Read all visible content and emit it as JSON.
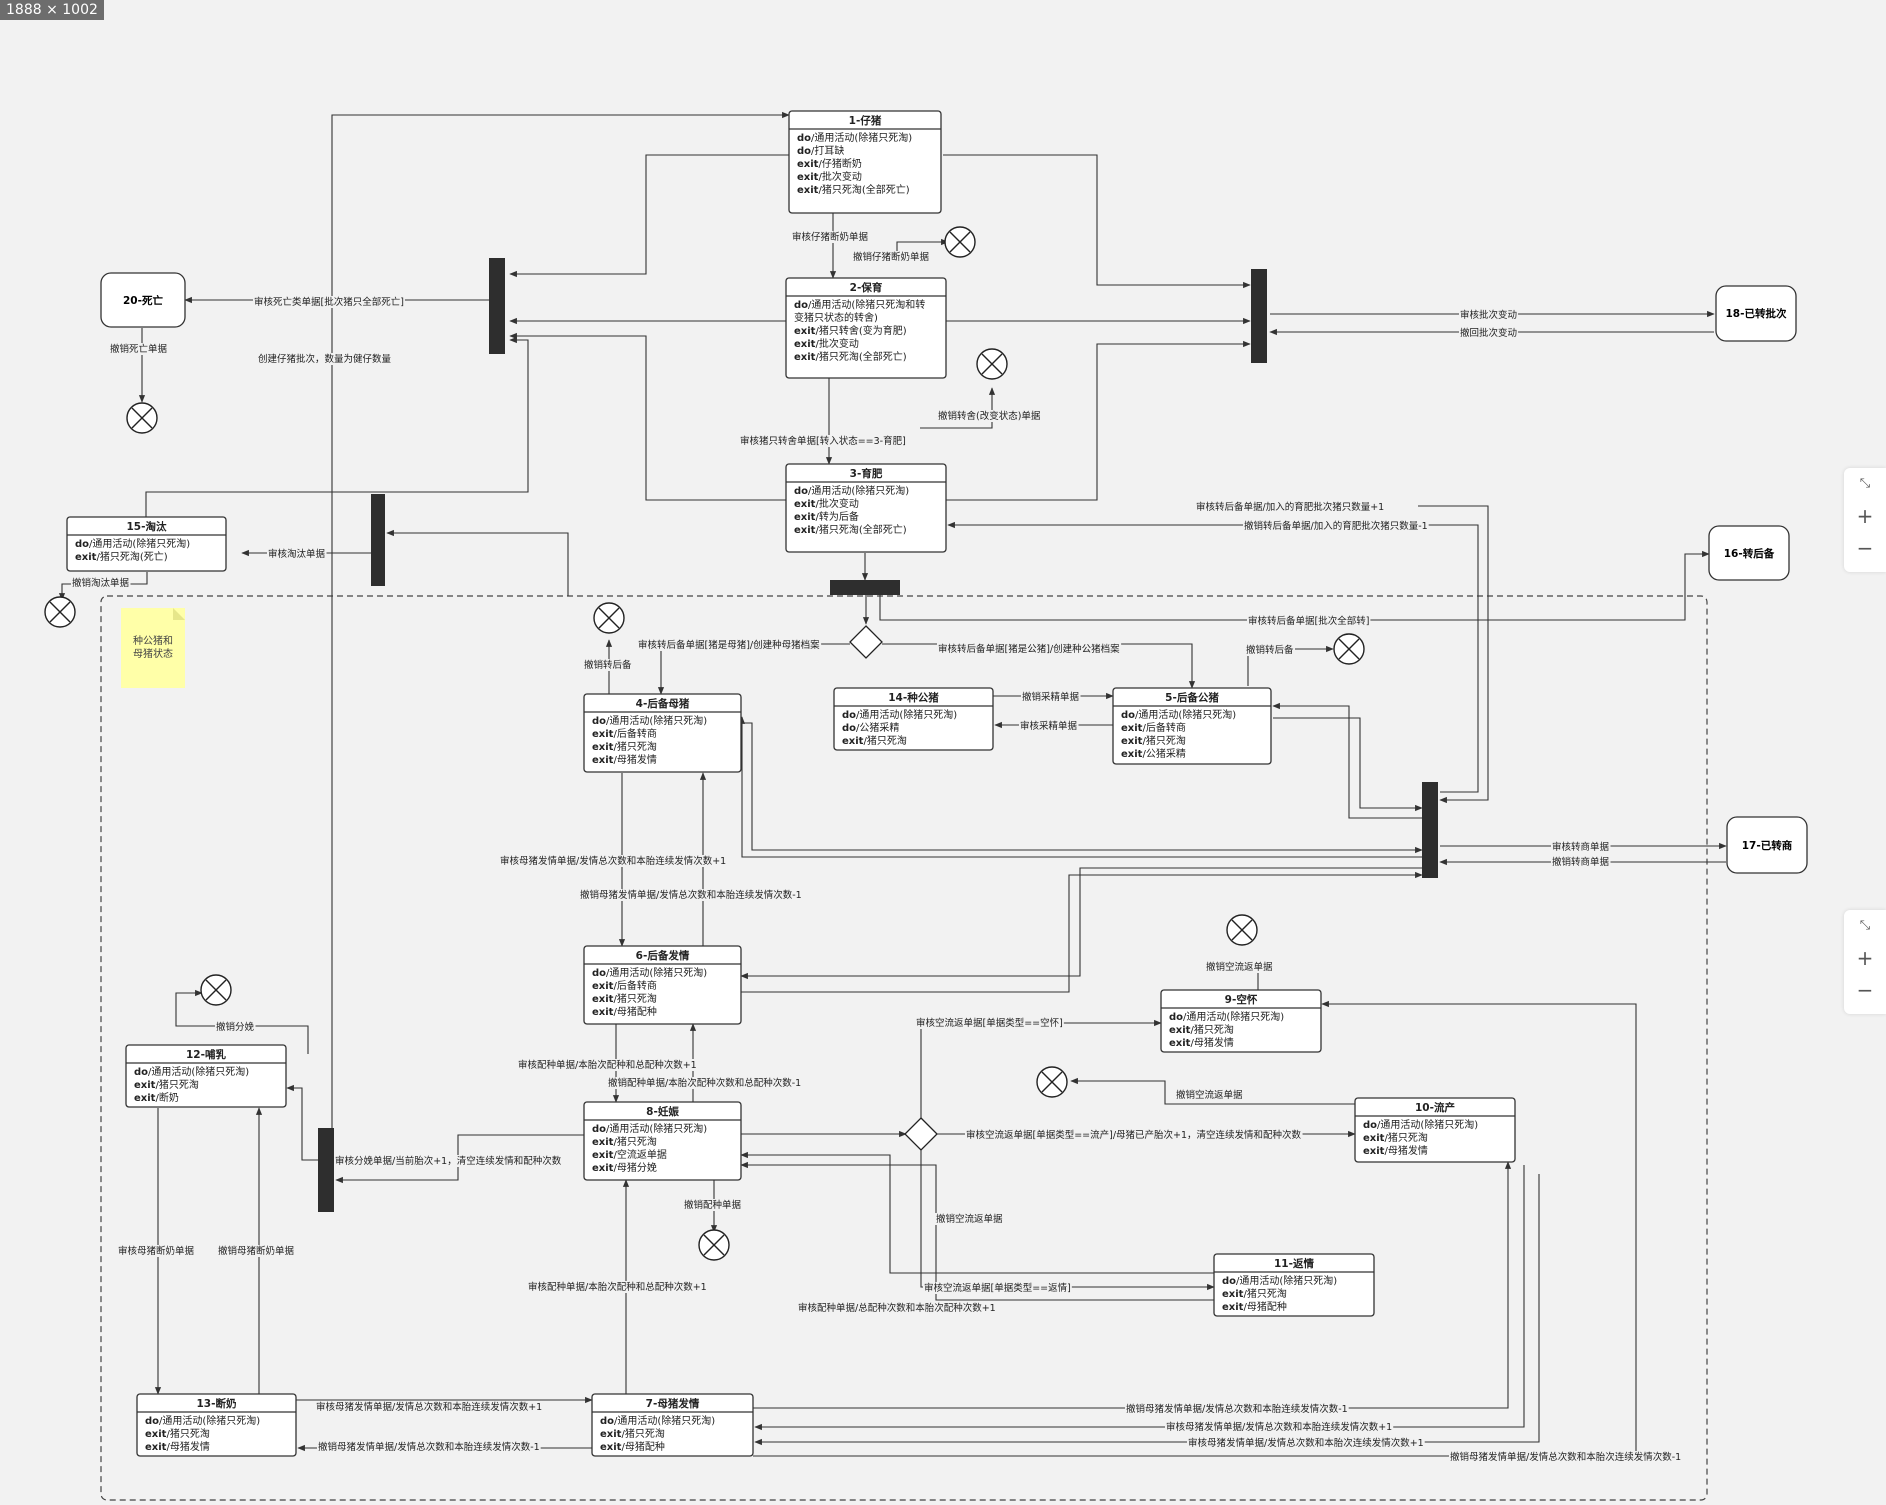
{
  "badge": "1888 × 1002",
  "note": [
    "种公猪和",
    "母猪状态"
  ],
  "zoom_controls": [
    {
      "fit": "⤡",
      "plus": "+",
      "minus": "−"
    },
    {
      "fit": "⤡",
      "plus": "+",
      "minus": "−"
    }
  ],
  "states": {
    "s1": {
      "title": "1-仔猪",
      "lines": [
        [
          "do",
          "/通用活动(除猪只死淘)"
        ],
        [
          "do",
          "/打耳缺"
        ],
        [
          "exit",
          "/仔猪断奶"
        ],
        [
          "exit",
          "/批次变动"
        ],
        [
          "exit",
          "/猪只死淘(全部死亡)"
        ]
      ]
    },
    "s2": {
      "title": "2-保育",
      "lines": [
        [
          "do",
          "/通用活动(除猪只死淘和转"
        ],
        [
          "",
          "变猪只状态的转舍)"
        ],
        [
          "exit",
          "/猪只转舍(变为育肥)"
        ],
        [
          "exit",
          "/批次变动"
        ],
        [
          "exit",
          "/猪只死淘(全部死亡)"
        ]
      ]
    },
    "s3": {
      "title": "3-育肥",
      "lines": [
        [
          "do",
          "/通用活动(除猪只死淘)"
        ],
        [
          "exit",
          "/批次变动"
        ],
        [
          "exit",
          "/转为后备"
        ],
        [
          "exit",
          "/猪只死淘(全部死亡)"
        ]
      ]
    },
    "s4": {
      "title": "4-后备母猪",
      "lines": [
        [
          "do",
          "/通用活动(除猪只死淘)"
        ],
        [
          "exit",
          "/后备转商"
        ],
        [
          "exit",
          "/猪只死淘"
        ],
        [
          "exit",
          "/母猪发情"
        ]
      ]
    },
    "s5": {
      "title": "5-后备公猪",
      "lines": [
        [
          "do",
          "/通用活动(除猪只死淘)"
        ],
        [
          "exit",
          "/后备转商"
        ],
        [
          "exit",
          "/猪只死淘"
        ],
        [
          "exit",
          "/公猪采精"
        ]
      ]
    },
    "s6": {
      "title": "6-后备发情",
      "lines": [
        [
          "do",
          "/通用活动(除猪只死淘)"
        ],
        [
          "exit",
          "/后备转商"
        ],
        [
          "exit",
          "/猪只死淘"
        ],
        [
          "exit",
          "/母猪配种"
        ]
      ]
    },
    "s7": {
      "title": "7-母猪发情",
      "lines": [
        [
          "do",
          "/通用活动(除猪只死淘)"
        ],
        [
          "exit",
          "/猪只死淘"
        ],
        [
          "exit",
          "/母猪配种"
        ]
      ]
    },
    "s8": {
      "title": "8-妊娠",
      "lines": [
        [
          "do",
          "/通用活动(除猪只死淘)"
        ],
        [
          "exit",
          "/猪只死淘"
        ],
        [
          "exit",
          "/空流返单据"
        ],
        [
          "exit",
          "/母猪分娩"
        ]
      ]
    },
    "s9": {
      "title": "9-空怀",
      "lines": [
        [
          "do",
          "/通用活动(除猪只死淘)"
        ],
        [
          "exit",
          "/猪只死淘"
        ],
        [
          "exit",
          "/母猪发情"
        ]
      ]
    },
    "s10": {
      "title": "10-流产",
      "lines": [
        [
          "do",
          "/通用活动(除猪只死淘)"
        ],
        [
          "exit",
          "/猪只死淘"
        ],
        [
          "exit",
          "/母猪发情"
        ]
      ]
    },
    "s11": {
      "title": "11-返情",
      "lines": [
        [
          "do",
          "/通用活动(除猪只死淘)"
        ],
        [
          "exit",
          "/猪只死淘"
        ],
        [
          "exit",
          "/母猪配种"
        ]
      ]
    },
    "s12": {
      "title": "12-哺乳",
      "lines": [
        [
          "do",
          "/通用活动(除猪只死淘)"
        ],
        [
          "exit",
          "/猪只死淘"
        ],
        [
          "exit",
          "/断奶"
        ]
      ]
    },
    "s13": {
      "title": "13-断奶",
      "lines": [
        [
          "do",
          "/通用活动(除猪只死淘)"
        ],
        [
          "exit",
          "/猪只死淘"
        ],
        [
          "exit",
          "/母猪发情"
        ]
      ]
    },
    "s14": {
      "title": "14-种公猪",
      "lines": [
        [
          "do",
          "/通用活动(除猪只死淘)"
        ],
        [
          "do",
          "/公猪采精"
        ],
        [
          "exit",
          "/猪只死淘"
        ]
      ]
    },
    "s15": {
      "title": "15-淘汰",
      "lines": [
        [
          "do",
          "/通用活动(除猪只死淘)"
        ],
        [
          "exit",
          "/猪只死淘(死亡)"
        ]
      ]
    }
  },
  "terminals": {
    "t16": "16-转后备",
    "t17": "17-已转商",
    "t18": "18-已转批次",
    "t20": "20-死亡"
  },
  "edge_labels": {
    "e_weaning": "审核仔猪断奶单据",
    "e_cancel_weaning": "撤销仔猪断奶单据",
    "e_death": "审核死亡类单据[批次猪只全部死亡]",
    "e_cancel_death": "撤销死亡单据",
    "e_create_batch": "创建仔猪批次，数量为健仔数量",
    "e_transfer_fatten": "审核猪只转舍单据[转入状态==3-育肥]",
    "e_cancel_transfer": "撤销转舍(改变状态)单据",
    "e_batch_change": "审核批次变动",
    "e_cancel_batch_change": "撤回批次变动",
    "e_reserve_add": "审核转后备单据/加入的育肥批次猪只数量+1",
    "e_reserve_cancel_minus": "撤销转后备单据/加入的育肥批次猪只数量-1",
    "e_reserve_all": "审核转后备单据[批次全部转]",
    "e_cull": "审核淘汰单据",
    "e_cancel_cull": "撤销淘汰单据",
    "e_reserve_sow": "审核转后备单据[猪是母猪]/创建种母猪档案",
    "e_reserve_boar": "审核转后备单据[猪是公猪]/创建种公猪档案",
    "e_cancel_reserve_a": "撤销转后备",
    "e_cancel_reserve_b": "撤销转后备",
    "e_semen": "撤销采精单据",
    "e_semen_audit": "审核采精单据",
    "e_to_commercial": "审核转商单据",
    "e_cancel_commercial": "撤销转商单据",
    "e_estrus_audit": "审核母猪发情单据/发情总次数和本胎连续发情次数+1",
    "e_estrus_cancel": "撤销母猪发情单据/发情总次数和本胎连续发情次数-1",
    "e_breed_audit": "审核配种单据/本胎次配种和总配种次数+1",
    "e_breed_cancel": "撤销配种单据/本胎次配种次数和总配种次数-1",
    "e_farrow": "审核分娩单据/当前胎次+1，清空连续发情和配种次数",
    "e_cancel_farrow": "撤销分娩",
    "e_cancel_breed": "撤销配种单据",
    "e_empty": "审核空流返单据[单据类型==空怀]",
    "e_cancel_empty_9": "撤销空流返单据",
    "e_cancel_empty_10": "撤销空流返单据",
    "e_abort": "审核空流返单据[单据类型==流产]/母猪已产胎次+1，清空连续发情和配种次数",
    "e_cancel_empty_mid": "撤销空流返单据",
    "e_return": "审核空流返单据[单据类型==返情]",
    "e_breed_audit2": "审核配种单据/本胎次配种和总配种次数+1",
    "e_breed_audit3": "审核配种单据/总配种次数和本胎次配种次数+1",
    "e_wean_sow": "审核母猪断奶单据",
    "e_cancel_wean_sow": "撤销母猪断奶单据",
    "e_estrus13_audit": "审核母猪发情单据/发情总次数和本胎连续发情次数+1",
    "e_estrus13_cancel": "撤销母猪发情单据/发情总次数和本胎连续发情次数-1",
    "e_r1": "撤销母猪发情单据/发情总次数和本胎连续发情次数-1",
    "e_r2": "审核母猪发情单据/发情总次数和本胎连续发情次数+1",
    "e_r3": "审核母猪发情单据/发情总次数和本胎次连续发情次数+1",
    "e_r4": "撤销母猪发情单据/发情总次数和本胎次连续发情次数-1"
  }
}
